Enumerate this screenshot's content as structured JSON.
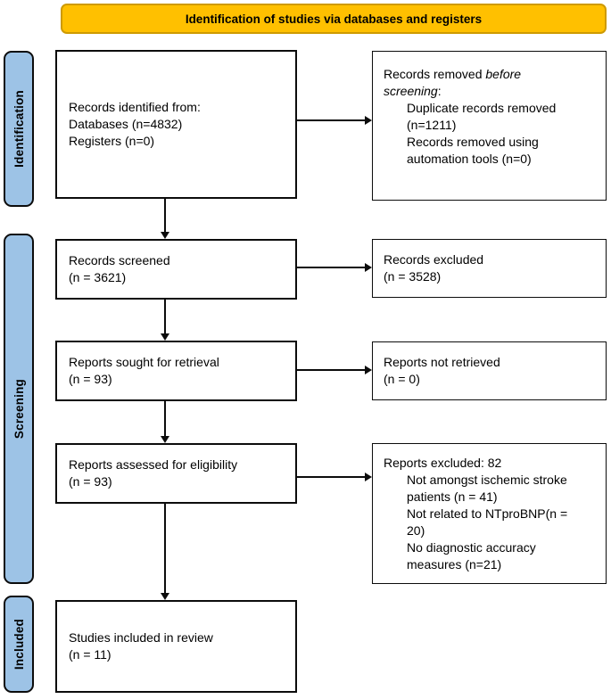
{
  "banner": {
    "label": "Identification of studies via databases and registers"
  },
  "sidebar": [
    {
      "label": "Identification"
    },
    {
      "label": "Screening"
    },
    {
      "label": "Included"
    }
  ],
  "boxes": {
    "records_identified": {
      "lines": [
        "Records identified from:",
        "Databases (n=4832)",
        "Registers (n=0)"
      ]
    },
    "records_removed": {
      "intro_prefix": "Records removed ",
      "intro_italic": "before screening",
      "intro_suffix": ":",
      "items": [
        "Duplicate records removed (n=1211)",
        "Records removed using automation tools (n=0)"
      ]
    },
    "records_screened": {
      "lines": [
        "Records screened",
        "(n = 3621)"
      ]
    },
    "records_excluded": {
      "lines": [
        "Records excluded",
        "(n = 3528)"
      ]
    },
    "reports_sought": {
      "lines": [
        "Reports sought for retrieval",
        "(n = 93)"
      ]
    },
    "reports_not_retrieved": {
      "lines": [
        "Reports not retrieved",
        "(n = 0)"
      ]
    },
    "reports_assessed": {
      "lines": [
        "Reports assessed for eligibility",
        "(n = 93)"
      ]
    },
    "reports_excluded": {
      "title": "Reports excluded: 82",
      "items": [
        "Not amongst ischemic stroke patients (n = 41)",
        "Not related to NTproBNP(n = 20)",
        "No diagnostic accuracy measures (n=21)"
      ]
    },
    "studies_included": {
      "lines": [
        "Studies included in review",
        "(n = 11)"
      ]
    }
  },
  "colors": {
    "banner_fill": "#FFC000",
    "banner_border": "#CE9A00",
    "sidebar_fill": "#9DC3E6",
    "box_border": "#0C0C0C",
    "text": "#000000"
  }
}
